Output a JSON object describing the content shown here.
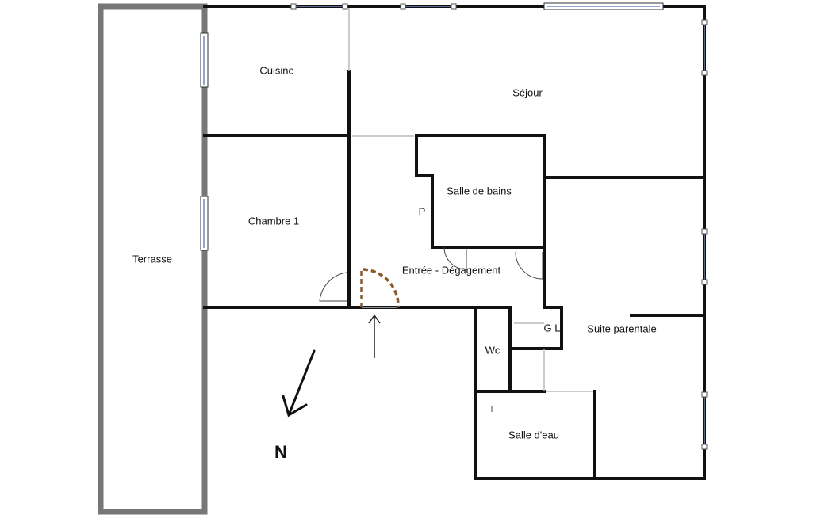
{
  "rooms": {
    "terrasse": "Terrasse",
    "cuisine": "Cuisine",
    "sejour": "Séjour",
    "chambre1": "Chambre 1",
    "salle_de_bains": "Salle de bains",
    "placard": "P",
    "entree": "Entrée - Dégagement",
    "gl": "G L",
    "suite": "Suite parentale",
    "wc": "Wc",
    "salle_deau": "Salle d'eau"
  },
  "compass": {
    "north_label": "N"
  },
  "colors": {
    "wall": "#111111",
    "terrace_wall": "#777777",
    "window": "#6f86c9",
    "entry_door": "#8b5a2b"
  }
}
